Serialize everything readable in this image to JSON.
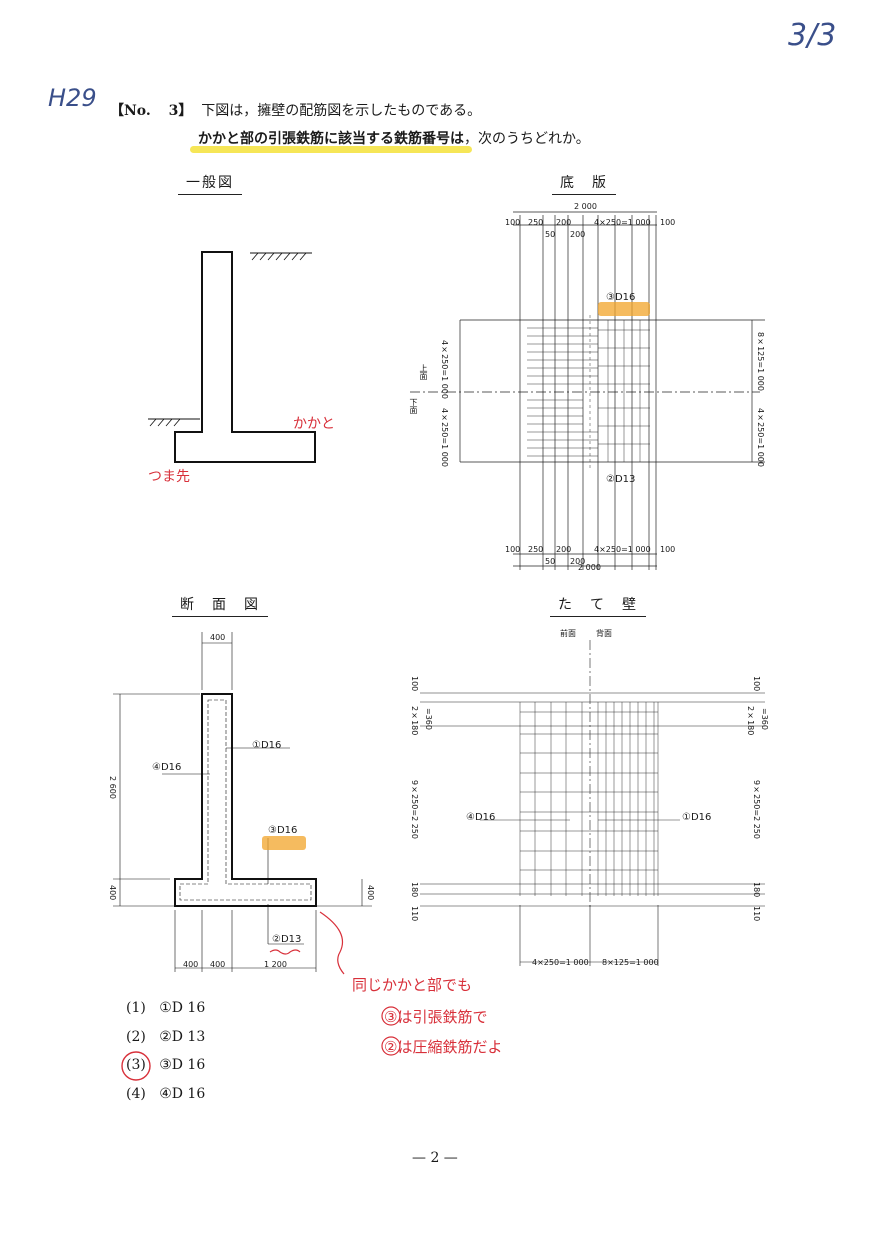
{
  "page_counter": "3/3",
  "year_note": "H29",
  "question": {
    "number_label": "【No.",
    "number": "3】",
    "line1": "下図は，擁壁の配筋図を示したものである。",
    "line2_bold": "かかと部の引張鉄筋に該当する鉄筋番号は",
    "line2_rest": "，次のうちどれか。"
  },
  "captions": {
    "general": "一般図",
    "base_slab": "底　版",
    "section": "断　面　図",
    "wall": "た　て　壁"
  },
  "general_notes": {
    "heel": "かかと",
    "toe": "つま先"
  },
  "base_slab": {
    "dim_top": "2 000",
    "dim_row1": [
      "100",
      "250",
      "200",
      "4×250=1 000",
      "100"
    ],
    "dim_row2": [
      "50",
      "200"
    ],
    "left_dims": [
      "4×250=1 000",
      "4×250=1 000"
    ],
    "right_dims": [
      "8×125=1 000",
      "4×250=1 000"
    ],
    "side_labels": [
      "上面",
      "下面"
    ],
    "bar3": "③D16",
    "bar2": "②D13",
    "dim_bottom_row": [
      "100",
      "250",
      "200",
      "4×250=1 000",
      "100"
    ],
    "dim_bottom_row2": [
      "50",
      "200"
    ],
    "dim_bottom": "2 000"
  },
  "section": {
    "dim_top": "400",
    "dim_height": "2 600",
    "dim_base": "400",
    "dim_base_right": "400",
    "bar1": "①D16",
    "bar4": "④D16",
    "bar3": "③D16",
    "bar2": "②D13",
    "dims_bottom": [
      "400",
      "400",
      "1 200"
    ]
  },
  "wall": {
    "faces": [
      "前面",
      "背面"
    ],
    "left_dims": [
      "100",
      "2×180",
      "=360",
      "9×250=2 250",
      "180",
      "110"
    ],
    "right_dims": [
      "100",
      "2×180",
      "=360",
      "9×250=2 250",
      "180",
      "110"
    ],
    "bar4": "④D16",
    "bar1": "①D16",
    "dims_bottom": [
      "4×250=1 000",
      "8×125=1 000"
    ]
  },
  "choices": [
    {
      "num": "(1)",
      "text": "①D 16"
    },
    {
      "num": "(2)",
      "text": "②D 13"
    },
    {
      "num": "(3)",
      "text": "③D 16"
    },
    {
      "num": "(4)",
      "text": "④D 16"
    }
  ],
  "red_notes": {
    "line1": "同じかかと部でも",
    "line2": "③は引張鉄筋で",
    "line3": "②は圧縮鉄筋だよ"
  },
  "page_number": "— 2 —",
  "colors": {
    "highlight": "#f4e23a",
    "marker": "#f2a42a",
    "red": "#d8303a",
    "blue": "#3a4f8a"
  }
}
